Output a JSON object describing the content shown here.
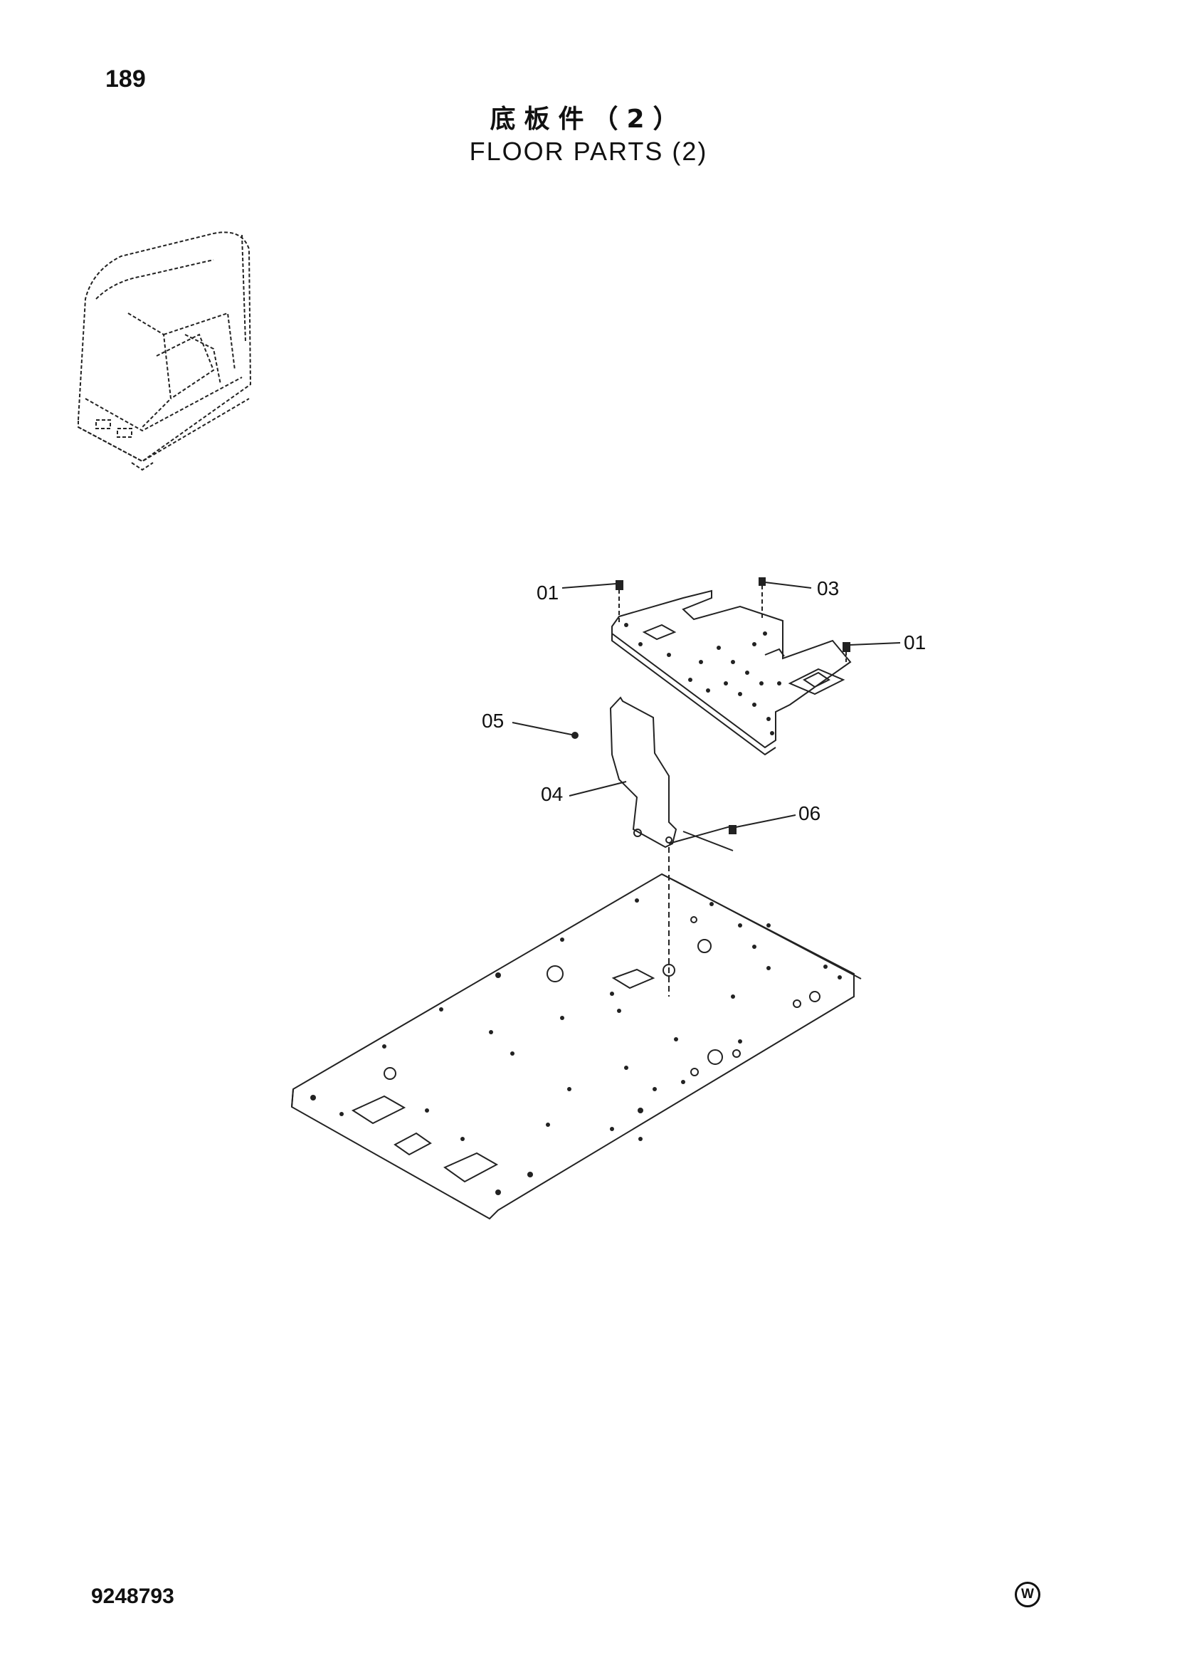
{
  "header": {
    "page_number": "189",
    "title_cn": "底板件（2）",
    "title_en": "FLOOR   PARTS (2)"
  },
  "callouts": [
    {
      "label": "01"
    },
    {
      "label": "03"
    },
    {
      "label": "01"
    },
    {
      "label": "05"
    },
    {
      "label": "04"
    },
    {
      "label": "06"
    }
  ],
  "footer": {
    "part_code": "9248793",
    "mark": "W"
  }
}
